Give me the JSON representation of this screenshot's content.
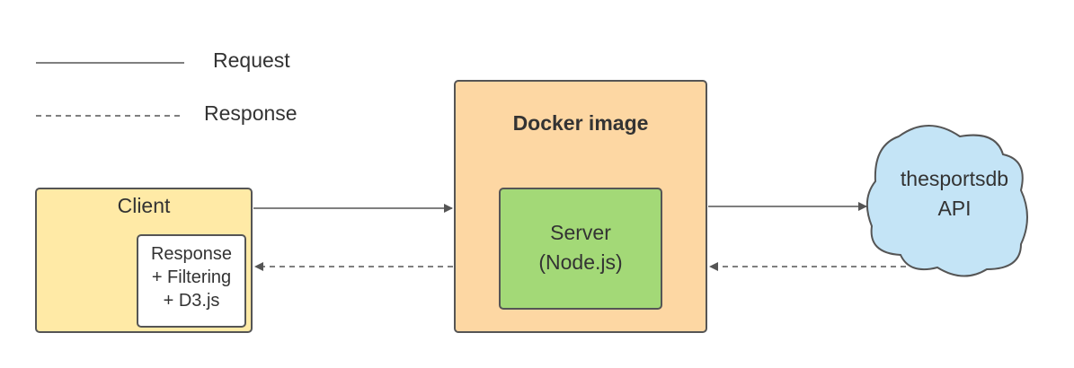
{
  "legend": {
    "request_label": "Request",
    "response_label": "Response"
  },
  "nodes": {
    "client": {
      "title": "Client",
      "inner_lines": [
        "Response",
        "+ Filtering",
        "+ D3.js"
      ]
    },
    "docker": {
      "title": "Docker image"
    },
    "server": {
      "lines": [
        "Server",
        "(Node.js)"
      ]
    },
    "api": {
      "lines": [
        "thesportsdb",
        "API"
      ]
    }
  },
  "colors": {
    "client_fill": "#ffeaa6",
    "docker_fill": "#fdd7a3",
    "server_fill": "#a3d977",
    "api_fill": "#c4e4f6",
    "inner_fill": "#ffffff",
    "stroke": "#555555"
  }
}
